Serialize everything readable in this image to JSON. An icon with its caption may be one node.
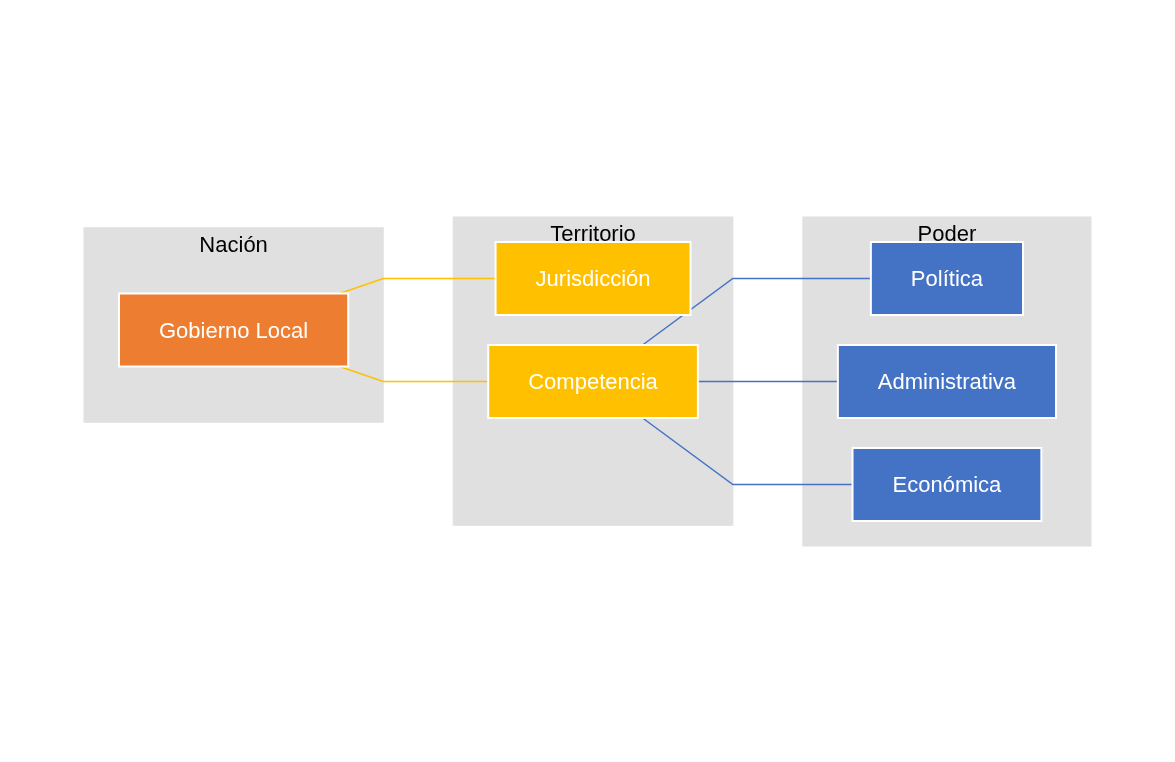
{
  "diagram": {
    "nodes": [
      {
        "text": [
          "Nación"
        ]
      },
      {
        "text": [
          "Gobierno Local"
        ],
        "in": 0
      },
      {
        "text": [
          "Territorio"
        ]
      },
      {
        "text": [
          "Jurisdicción"
        ],
        "in": 2
      },
      {
        "text": [
          "Competencia"
        ],
        "in": 2
      },
      {
        "text": [
          "Poder"
        ]
      },
      {
        "text": [
          "Política"
        ],
        "in": 5
      },
      {
        "text": [
          "Administrativa"
        ],
        "in": 5
      },
      {
        "text": [
          "Económica"
        ],
        "in": 5
      }
    ],
    "edges": [
      {
        "from": 1,
        "to": 3,
        "arrow": "none",
        "color": "#ffc000"
      },
      {
        "from": 1,
        "to": 4,
        "arrow": "none",
        "color": "#ffc000"
      },
      {
        "from": 4,
        "to": 6,
        "arrow": "none",
        "color": "#4472c4"
      },
      {
        "from": 4,
        "to": 7,
        "arrow": "none",
        "color": "#4472c4"
      },
      {
        "from": 4,
        "to": 8,
        "arrow": "none",
        "color": "#4472c4"
      }
    ]
  }
}
